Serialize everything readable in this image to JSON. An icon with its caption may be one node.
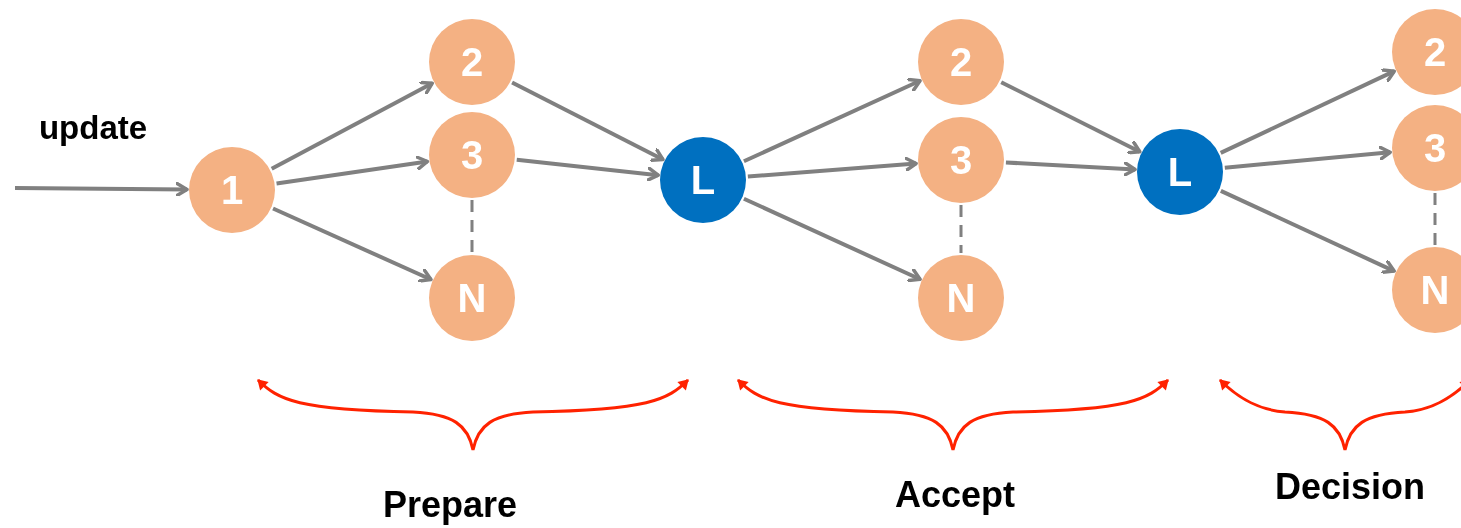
{
  "diagram": {
    "nodes": [
      {
        "text": [
          "1"
        ]
      },
      {
        "text": [
          "2"
        ]
      },
      {
        "text": [
          "3"
        ]
      },
      {
        "text": [
          "N"
        ]
      },
      {
        "text": [
          "L"
        ]
      },
      {
        "text": [
          "2"
        ]
      },
      {
        "text": [
          "3"
        ]
      },
      {
        "text": [
          "N"
        ]
      },
      {
        "text": [
          "L"
        ]
      },
      {
        "text": [
          "2"
        ]
      },
      {
        "text": [
          "3"
        ]
      },
      {
        "text": [
          "N"
        ]
      }
    ],
    "edges": [
      {
        "from": null,
        "to": 0,
        "arrow": "to",
        "label": "update"
      },
      {
        "from": 0,
        "to": 1,
        "arrow": "to"
      },
      {
        "from": 0,
        "to": 2,
        "arrow": "to"
      },
      {
        "from": 0,
        "to": 3,
        "arrow": "to"
      },
      {
        "from": 1,
        "to": 4,
        "arrow": "to"
      },
      {
        "from": 2,
        "to": 4,
        "arrow": "to"
      },
      {
        "from": 2,
        "to": 3,
        "arrow": "none",
        "style": "dashed"
      },
      {
        "from": 4,
        "to": 5,
        "arrow": "to"
      },
      {
        "from": 4,
        "to": 6,
        "arrow": "to"
      },
      {
        "from": 4,
        "to": 7,
        "arrow": "to"
      },
      {
        "from": 5,
        "to": 8,
        "arrow": "to"
      },
      {
        "from": 6,
        "to": 8,
        "arrow": "to"
      },
      {
        "from": 6,
        "to": 7,
        "arrow": "none",
        "style": "dashed"
      },
      {
        "from": 8,
        "to": 9,
        "arrow": "to"
      },
      {
        "from": 8,
        "to": 10,
        "arrow": "to"
      },
      {
        "from": 8,
        "to": 11,
        "arrow": "to"
      },
      {
        "from": 10,
        "to": 11,
        "arrow": "none",
        "style": "dashed"
      }
    ],
    "labels": [
      "Prepare",
      "Accept",
      "Decision"
    ]
  }
}
